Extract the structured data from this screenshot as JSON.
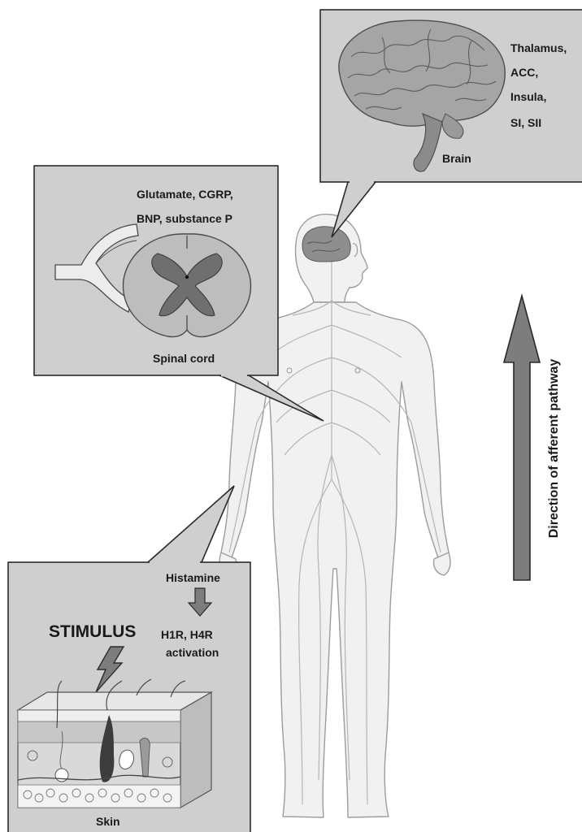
{
  "brain_panel": {
    "regions": [
      "Thalamus,",
      "ACC,",
      "Insula,",
      "SI, SII"
    ],
    "label": "Brain"
  },
  "spinal_panel": {
    "mediators": [
      "Glutamate, CGRP,",
      "BNP, substance P"
    ],
    "label": "Spinal cord"
  },
  "skin_panel": {
    "mediator": "Histamine",
    "receptors": [
      "H1R, H4R",
      "activation"
    ],
    "stimulus": "STIMULUS",
    "label": "Skin"
  },
  "pathway_arrow": {
    "label": "Direction of afferent pathway"
  },
  "colors": {
    "panel_fill": "#cfcfcf",
    "panel_border": "#2a2a2a",
    "body_fill": "#f1f1f1",
    "nerve": "#b5b5b5",
    "arrow_fill": "#7d7d7d",
    "gray_matter": "#6f6f6f"
  }
}
